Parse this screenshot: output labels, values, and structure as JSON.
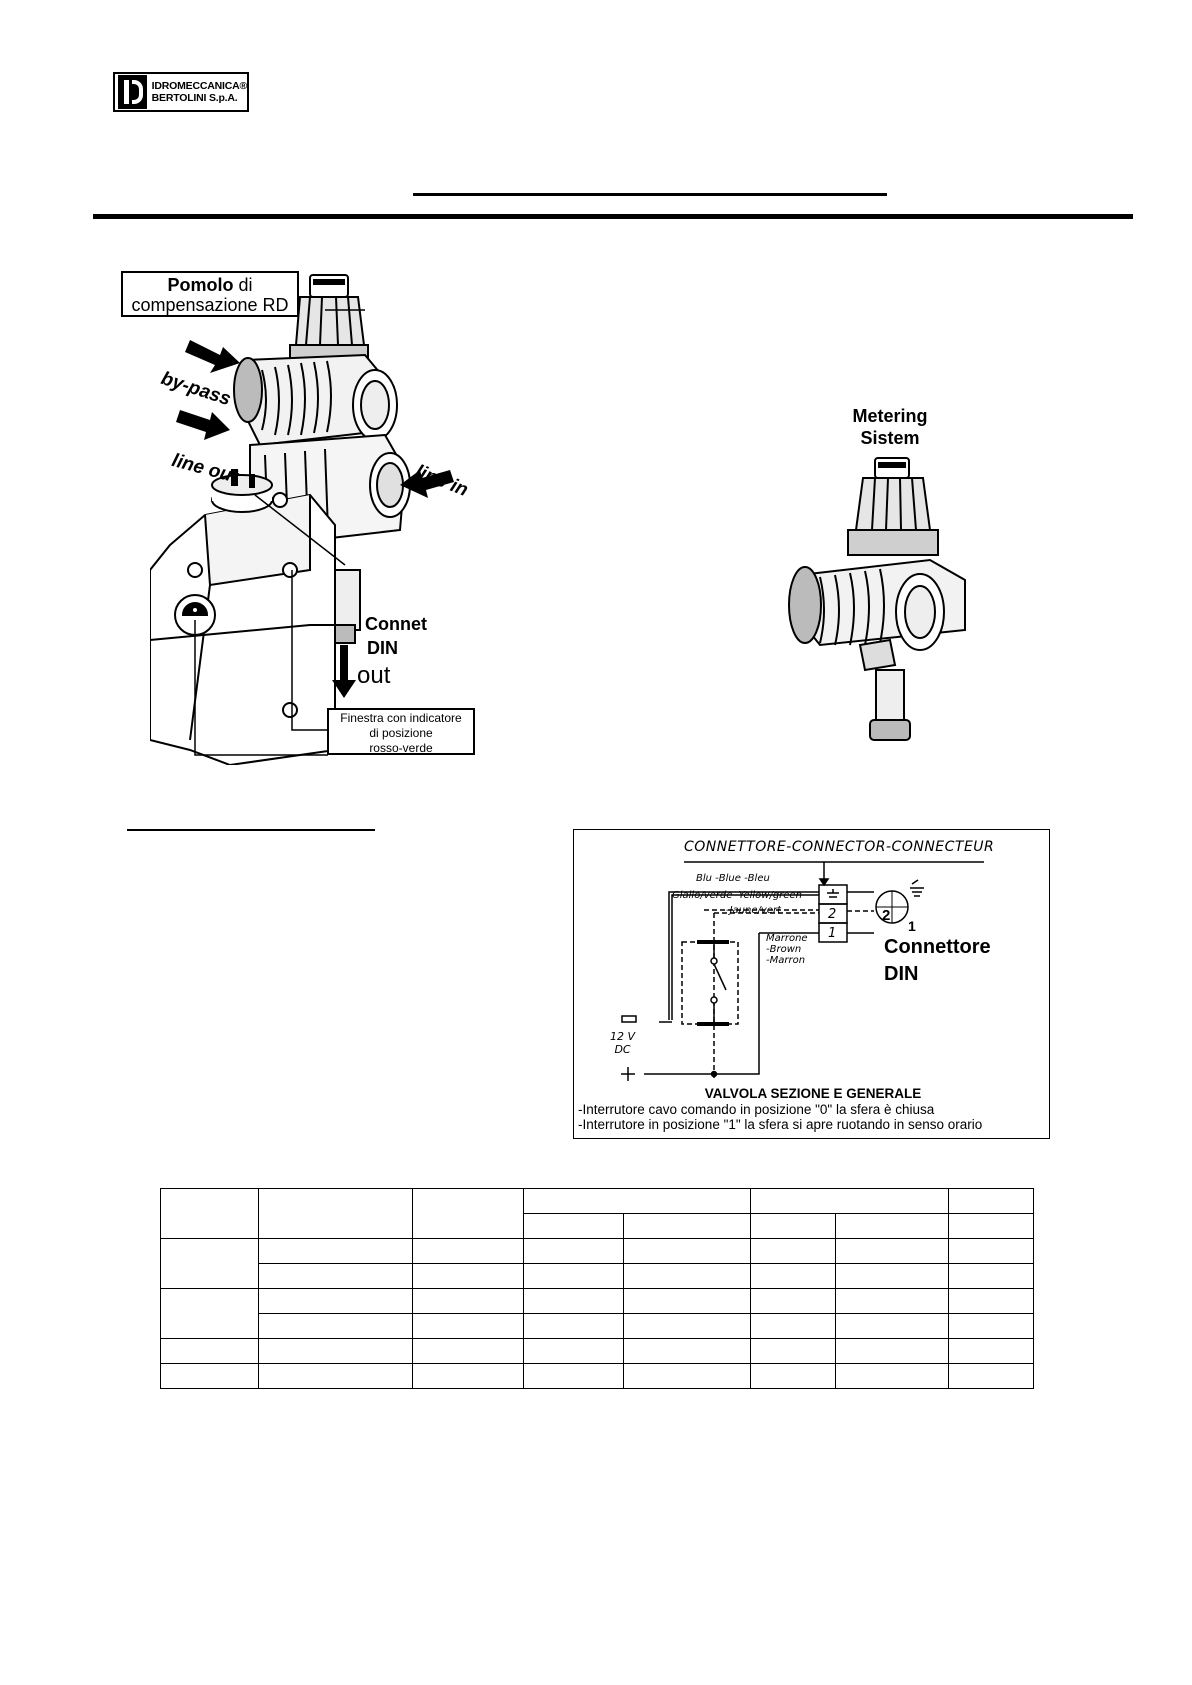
{
  "logo": {
    "line1": "IDROMECCANICA®",
    "line2": "BERTOLINI S.p.A."
  },
  "labels": {
    "pomolo_bold": "Pomolo",
    "pomolo_rest": " di",
    "pomolo_line2": "compensazione RD",
    "by_pass": "by-pass",
    "line_out": "line out",
    "line_in": "line in",
    "connet": "Connet",
    "din": "DIN",
    "out": "out",
    "finestra_line1": "Finestra con indicatore",
    "finestra_line2": "di posizione",
    "finestra_line3": "rosso-verde",
    "metering_line1": "Metering",
    "metering_line2": "Sistem"
  },
  "schematic": {
    "header": "CONNETTORE-CONNECTOR-CONNECTEUR",
    "blue": "Blu  -Blue  -Bleu",
    "yg1": "Giallo/verde  -Yellow/green",
    "yg2": "-Jaune/vert",
    "brown1": "Marrone",
    "brown2": "-Brown",
    "brown3": "-Marron",
    "pin2": "2",
    "pin1": "1",
    "pin2_out": "2",
    "pin1_out": "1",
    "minus": "—",
    "voltage1": "12  V",
    "voltage2": "DC",
    "connettore": "Connettore",
    "connettore_din": "DIN",
    "caption_title": "VALVOLA SEZIONE E GENERALE",
    "caption_line1": "-Interrutore cavo comando in posizione \"0\" la sfera è chiusa",
    "caption_line2": "-Interrutore in posizione \"1\" la sfera si apre ruotando in senso orario"
  },
  "colors": {
    "ink": "#000000",
    "paper": "#ffffff",
    "metal_shade": "#d9d9d9",
    "metal_dark": "#7a7a7a"
  }
}
